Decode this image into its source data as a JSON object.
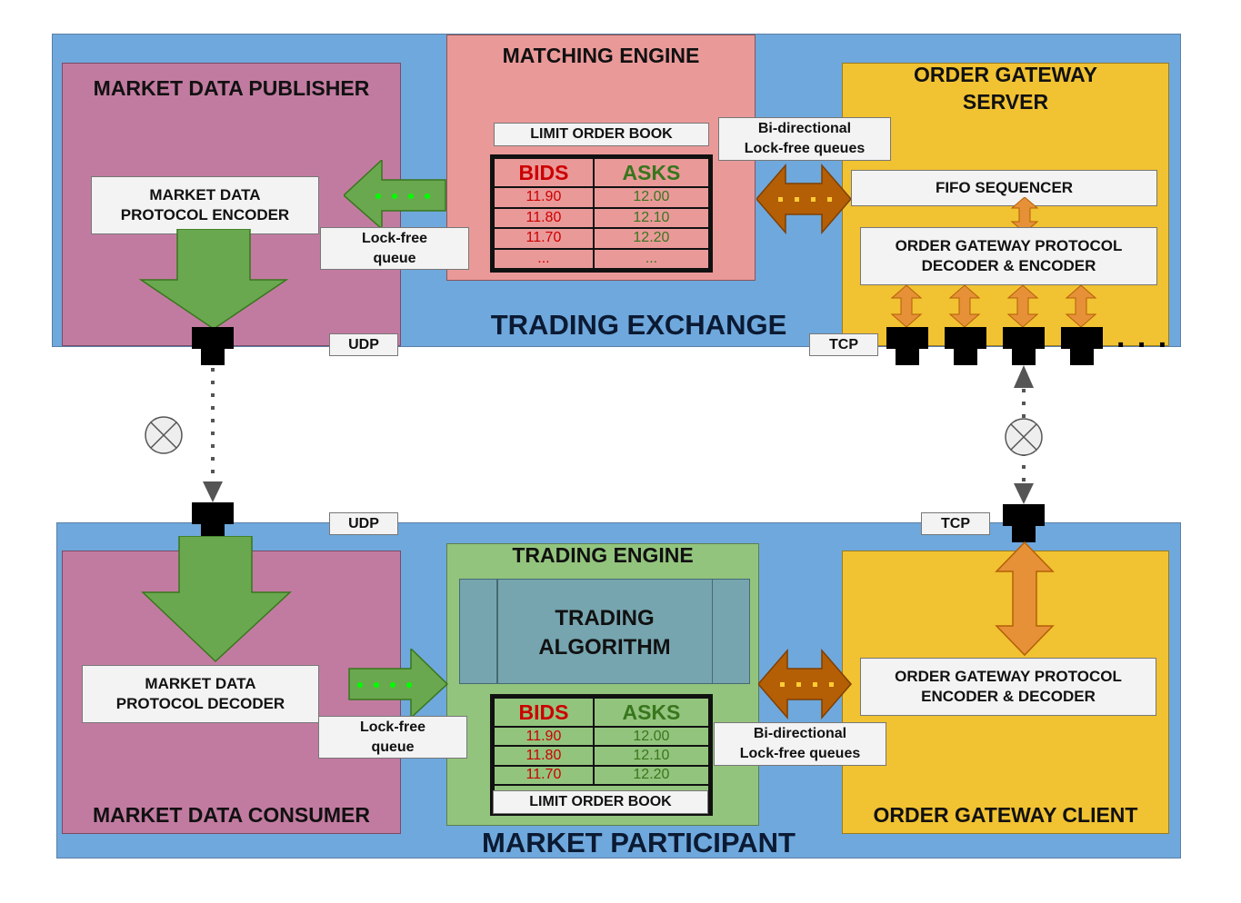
{
  "exchange": {
    "title": "TRADING EXCHANGE",
    "publisher": {
      "title": "MARKET DATA PUBLISHER",
      "encoder": "MARKET DATA\nPROTOCOL ENCODER",
      "queue": "Lock-free\nqueue"
    },
    "matching_engine": {
      "title": "MATCHING ENGINE",
      "book_label": "LIMIT ORDER BOOK",
      "bids_header": "BIDS",
      "asks_header": "ASKS",
      "rows": [
        {
          "bid": "11.90",
          "ask": "12.00"
        },
        {
          "bid": "11.80",
          "ask": "12.10"
        },
        {
          "bid": "11.70",
          "ask": "12.20"
        },
        {
          "bid": "...",
          "ask": "..."
        }
      ]
    },
    "bidir_queue": "Bi-directional\nLock-free queues",
    "gateway": {
      "title": "ORDER GATEWAY\nSERVER",
      "fifo": "FIFO SEQUENCER",
      "protocol": "ORDER GATEWAY PROTOCOL\nDECODER & ENCODER"
    },
    "udp_label": "UDP",
    "tcp_label": "TCP",
    "ellipsis": ". . ."
  },
  "participant": {
    "title": "MARKET PARTICIPANT",
    "consumer": {
      "title": "MARKET DATA CONSUMER",
      "decoder": "MARKET DATA\nPROTOCOL DECODER",
      "queue": "Lock-free\nqueue"
    },
    "trading_engine": {
      "title": "TRADING ENGINE",
      "algorithm": "TRADING\nALGORITHM",
      "book_label": "LIMIT ORDER BOOK",
      "bids_header": "BIDS",
      "asks_header": "ASKS",
      "rows": [
        {
          "bid": "11.90",
          "ask": "12.00"
        },
        {
          "bid": "11.80",
          "ask": "12.10"
        },
        {
          "bid": "11.70",
          "ask": "12.20"
        }
      ]
    },
    "bidir_queue": "Bi-directional\nLock-free queues",
    "gateway": {
      "title": "ORDER GATEWAY CLIENT",
      "protocol": "ORDER GATEWAY PROTOCOL\nENCODER & DECODER"
    },
    "udp_label": "UDP",
    "tcp_label": "TCP"
  },
  "colors": {
    "exchange_bg": "#6fa8dc",
    "publisher_bg": "#c27ba0",
    "matching_bg": "#ea9999",
    "gateway_bg": "#f1c232",
    "trading_bg": "#93c47d",
    "green_arrow": "#6aa84f",
    "orange_arrow": "#e69138",
    "brown_arrow": "#b45f06"
  }
}
